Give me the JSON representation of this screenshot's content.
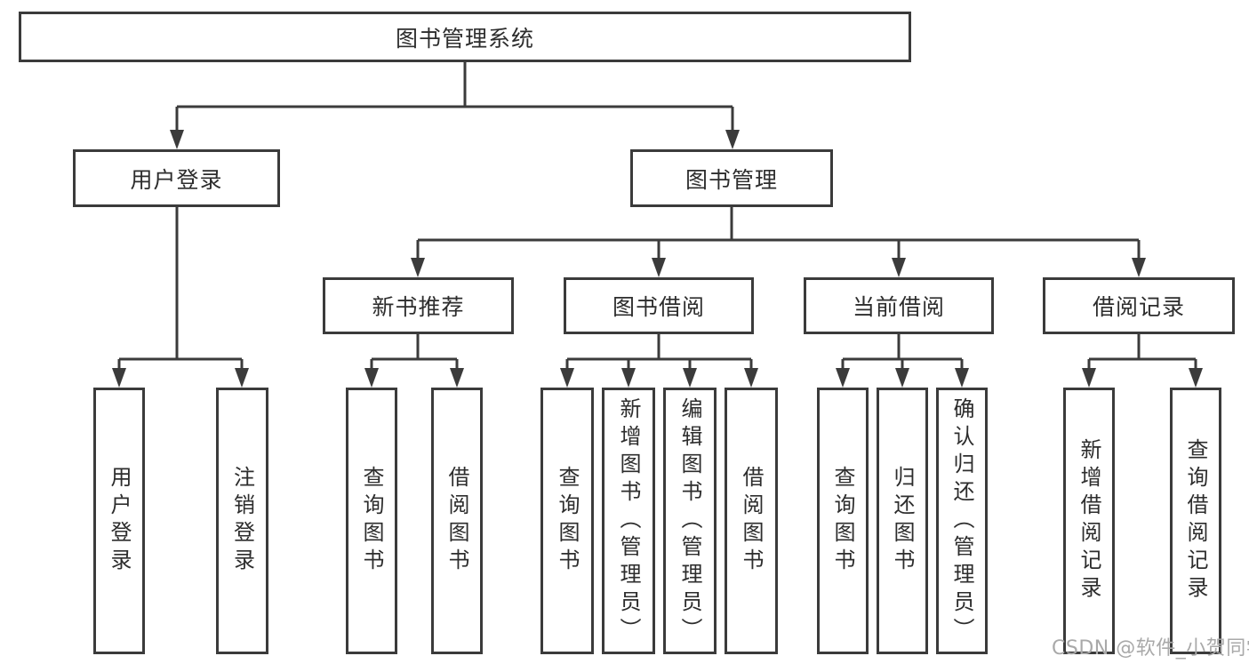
{
  "diagram": {
    "type": "tree",
    "root": {
      "label": "图书管理系统",
      "children": [
        {
          "label": "用户登录",
          "children": [
            {
              "label": "用户登录"
            },
            {
              "label": "注销登录"
            }
          ]
        },
        {
          "label": "图书管理",
          "children": [
            {
              "label": "新书推荐",
              "children": [
                {
                  "label": "查询图书"
                },
                {
                  "label": "借阅图书"
                }
              ]
            },
            {
              "label": "图书借阅",
              "children": [
                {
                  "label": "查询图书"
                },
                {
                  "label": "新增图书（管理员）"
                },
                {
                  "label": "编辑图书（管理员）"
                },
                {
                  "label": "借阅图书"
                }
              ]
            },
            {
              "label": "当前借阅",
              "children": [
                {
                  "label": "查询图书"
                },
                {
                  "label": "归还图书"
                },
                {
                  "label": "确认归还（管理员）"
                }
              ]
            },
            {
              "label": "借阅记录",
              "children": [
                {
                  "label": "新增借阅记录"
                },
                {
                  "label": "查询借阅记录"
                }
              ]
            }
          ]
        }
      ]
    },
    "colors": {
      "line": "#3b3b3b",
      "text": "#2d2d2d",
      "watermark": "#a9a9a9",
      "background": "#ffffff"
    }
  },
  "watermark": "CSDN @软件_小贺同学"
}
